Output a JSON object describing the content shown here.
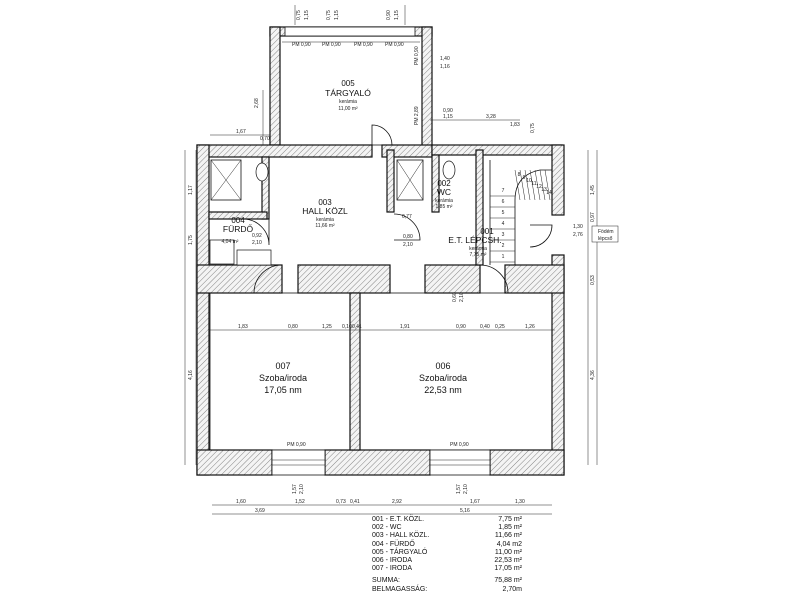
{
  "rooms": [
    {
      "num": "005",
      "name": "TÁRGYALÓ",
      "floor": "kerámia",
      "area": "11,00 m²"
    },
    {
      "num": "003",
      "name": "HALL KÖZL",
      "floor": "kerámia",
      "area": "11,66 m²"
    },
    {
      "num": "004",
      "name": "FÜRDŐ",
      "area": "4,04 m²"
    },
    {
      "num": "002",
      "name": "WC",
      "floor": "kerámia",
      "area": "1,85 m²"
    },
    {
      "num": "001",
      "name": "E.T. LÉPCSH.",
      "floor": "kerámia",
      "area": "7,75 m²"
    },
    {
      "num": "007",
      "name": "Szoba/iroda",
      "area": "17,05 nm"
    },
    {
      "num": "006",
      "name": "Szoba/iroda",
      "area": "22,53 nm"
    }
  ],
  "openings": {
    "pm_top": [
      "PM 0,90",
      "PM 0,90",
      "PM 0,90",
      "PM 0,90"
    ],
    "pm_bottom": [
      "PM 0,90",
      "PM 0,90"
    ],
    "pm_side": [
      "PM 0,90",
      "PM 2,89"
    ]
  },
  "dims": {
    "top_chain": [
      "0,75",
      "1,15",
      "0,75",
      "1,15",
      "0,90",
      "1,15"
    ],
    "left_chain": [
      "1,17",
      "1,75",
      "4,16"
    ],
    "right_chain": [
      "1,45",
      "0,97",
      "0,53",
      "4,36"
    ],
    "mid_chain": [
      "1,83",
      "0,80",
      "1,25",
      "0,10",
      "0,41",
      "1,91",
      "0,90",
      "0,40",
      "0,25",
      "1,26"
    ],
    "bottom_chain1": [
      "1,60",
      "1,52",
      "0,73",
      "0,41",
      "2,92",
      "1,67",
      "1,30"
    ],
    "bottom_chain2": [
      "3,69",
      "5,16"
    ],
    "misc": [
      "1,67",
      "0,70",
      "2,68",
      "3,28",
      "1,83",
      "0,75",
      "1,40",
      "1,16",
      "0,90",
      "1,15",
      "0,77",
      "0,80",
      "2,10",
      "0,92",
      "2,10",
      "1,30",
      "2,76",
      "1,57",
      "2,10",
      "1,57",
      "2,10",
      "0,60",
      "2,10"
    ]
  },
  "stairs": {
    "steps": [
      "1",
      "2",
      "3",
      "4",
      "5",
      "6",
      "7",
      "8",
      "9",
      "10",
      "11",
      "12",
      "13",
      "14"
    ]
  },
  "side_note": [
    "Födém",
    "lépcső"
  ],
  "schedule": {
    "rows": [
      {
        "label": "001 - E.T. KÖZL.",
        "value": "7,75 m²"
      },
      {
        "label": "002 - WC",
        "value": "1,85 m²"
      },
      {
        "label": "003 - HALL KÖZL.",
        "value": "11,66 m²"
      },
      {
        "label": "004 - FÜRDŐ",
        "value": "4,04 m2"
      },
      {
        "label": "005 - TÁRGYALÓ",
        "value": "11,00 m²"
      },
      {
        "label": "006 - IRODA",
        "value": "22,53 m²"
      },
      {
        "label": "007 - IRODA",
        "value": "17,05 m²"
      }
    ],
    "sum_label": "SUMMA:",
    "sum_value": "75,88 m²",
    "height_label": "BELMAGASSÁG:",
    "height_value": "2,70m"
  }
}
